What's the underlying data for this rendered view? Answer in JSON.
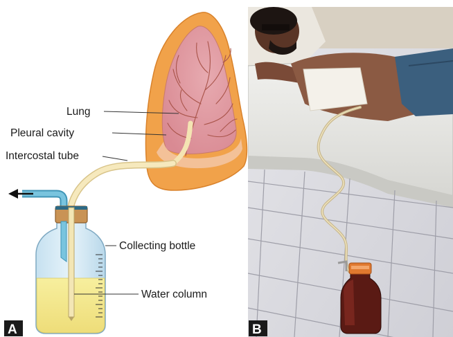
{
  "panels": [
    {
      "letter": "A",
      "kind": "illustration"
    },
    {
      "letter": "B",
      "kind": "photograph"
    }
  ],
  "labels": {
    "lung": "Lung",
    "pleural_cavity": "Pleural cavity",
    "intercostal_tube": "Intercostal tube",
    "collecting_bottle": "Collecting bottle",
    "water_column": "Water column"
  },
  "colors": {
    "lung_outer": "#f0a146",
    "lung_inner": "#e8a7ab",
    "lung_vessels": "#b35a4a",
    "tube": "#f6e7b8",
    "air_outlet": "#5fb6d3",
    "bottle_glass": "#cfe6f2",
    "water": "#f5ec9c",
    "cap": "#c99355",
    "panel_label_bg": "#1a1a1a"
  },
  "icons": [
    "arrow-left-icon"
  ]
}
